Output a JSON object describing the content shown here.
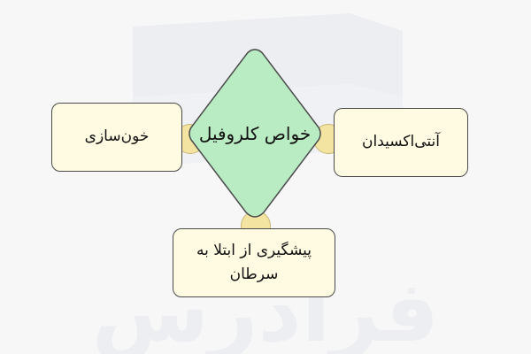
{
  "diagram": {
    "center": "خواص کلروفیل",
    "nodes": {
      "left": "خون‌سازی",
      "right": "آنتی‌اکسیدان",
      "bottom": "پیشگیری از ابتلا به سرطان"
    },
    "watermark_text": "فرادرس"
  },
  "colors": {
    "center_fill": "#b9ecc3",
    "center_stroke": "#4a4a4a",
    "box_fill": "#fffbe3",
    "box_stroke": "#4a4a4a",
    "connector_fill": "#f4e4a1",
    "background": "#f7f7f8"
  }
}
